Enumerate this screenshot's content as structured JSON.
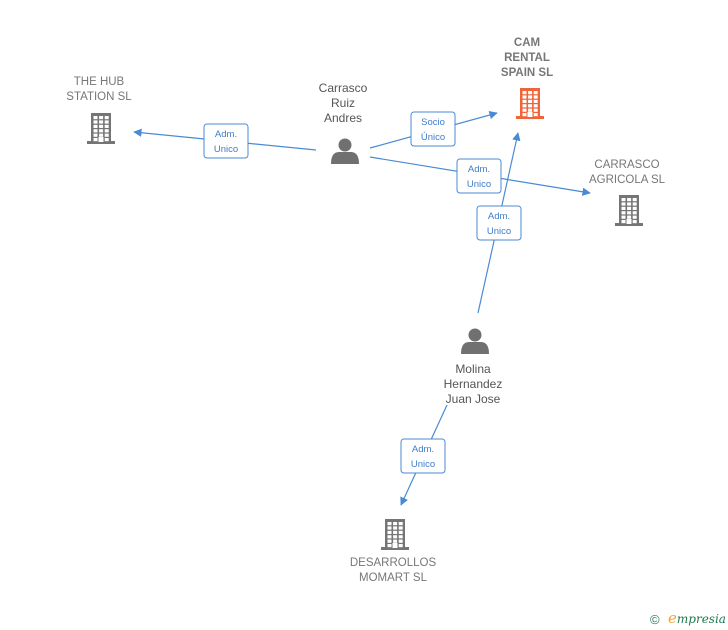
{
  "colors": {
    "company": "#757575",
    "company_highlight": "#f0643a",
    "person": "#707070",
    "edge": "#4a8ad4",
    "brand": "#1d7a52"
  },
  "nodes": {
    "cam_rental": {
      "type": "company",
      "highlight": true,
      "lines": [
        "CAM",
        "RENTAL",
        "SPAIN  SL"
      ]
    },
    "the_hub": {
      "type": "company",
      "highlight": false,
      "lines": [
        "THE HUB",
        "STATION  SL"
      ]
    },
    "carrasco_ag": {
      "type": "company",
      "highlight": false,
      "lines": [
        "CARRASCO",
        "AGRICOLA SL"
      ]
    },
    "desarrollos": {
      "type": "company",
      "highlight": false,
      "lines": [
        "DESARROLLOS",
        "MOMART  SL"
      ]
    },
    "carrasco_p": {
      "type": "person",
      "lines": [
        "Carrasco",
        "Ruiz",
        "Andres"
      ]
    },
    "molina_p": {
      "type": "person",
      "lines": [
        "Molina",
        "Hernandez",
        "Juan Jose"
      ]
    }
  },
  "edges": [
    {
      "from": "carrasco_p",
      "to": "the_hub",
      "lines": [
        "Adm.",
        "Unico"
      ]
    },
    {
      "from": "carrasco_p",
      "to": "cam_rental",
      "lines": [
        "Socio",
        "Único"
      ]
    },
    {
      "from": "carrasco_p",
      "to": "carrasco_ag",
      "lines": [
        "Adm.",
        "Unico"
      ]
    },
    {
      "from": "molina_p",
      "to": "cam_rental",
      "lines": [
        "Adm.",
        "Unico"
      ]
    },
    {
      "from": "molina_p",
      "to": "desarrollos",
      "lines": [
        "Adm.",
        "Unico"
      ]
    }
  ],
  "footer": {
    "copyright_symbol": "©",
    "brand_initial": "e",
    "brand_rest": "mpresia"
  }
}
